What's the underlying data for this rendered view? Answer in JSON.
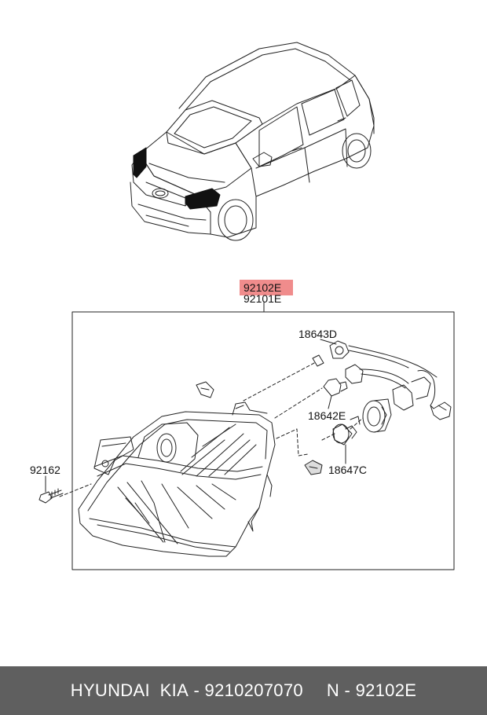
{
  "labels": {
    "assembly_rh": "92102E",
    "assembly_lh": "92101E",
    "side_bulb": "18643D",
    "position_bulb": "18642E",
    "headlamp_bulb": "18647C",
    "screw": "92162"
  },
  "footer": {
    "brand": "HYUNDAI  KIA",
    "dash1": "-",
    "oem_number": "9210207070",
    "n_prefix": "N",
    "dash2": "-",
    "part_code": "92102E"
  },
  "colors": {
    "highlight": "#f08c8c",
    "footer_bg": "#5f5f5f",
    "footer_text": "#ffffff",
    "line": "#222222"
  }
}
